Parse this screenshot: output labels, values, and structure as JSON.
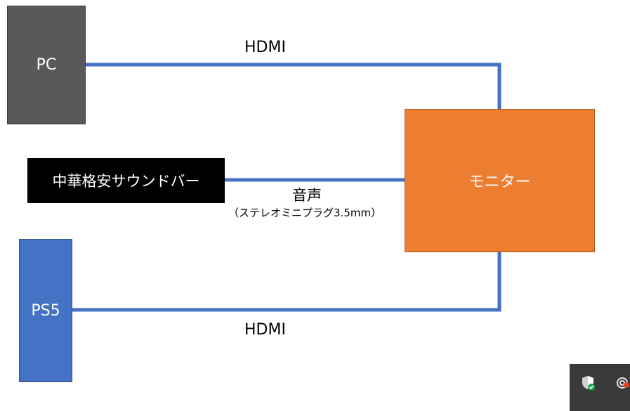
{
  "nodes": {
    "pc": "PC",
    "soundbar": "中華格安サウンドバー",
    "monitor": "モニター",
    "ps5": "PS5"
  },
  "connections": {
    "pc_monitor": "HDMI",
    "soundbar_audio": "音声",
    "soundbar_audio_detail": "（ステレオミニプラグ3.5mm）",
    "ps5_monitor": "HDMI"
  },
  "colors": {
    "wire": "#4472c4",
    "pc": "#595959",
    "soundbar": "#000000",
    "monitor": "#ed7d31",
    "ps5": "#4472c4"
  },
  "taskbar": {
    "icons": [
      "security-shield-icon",
      "app-tray-icon"
    ]
  }
}
